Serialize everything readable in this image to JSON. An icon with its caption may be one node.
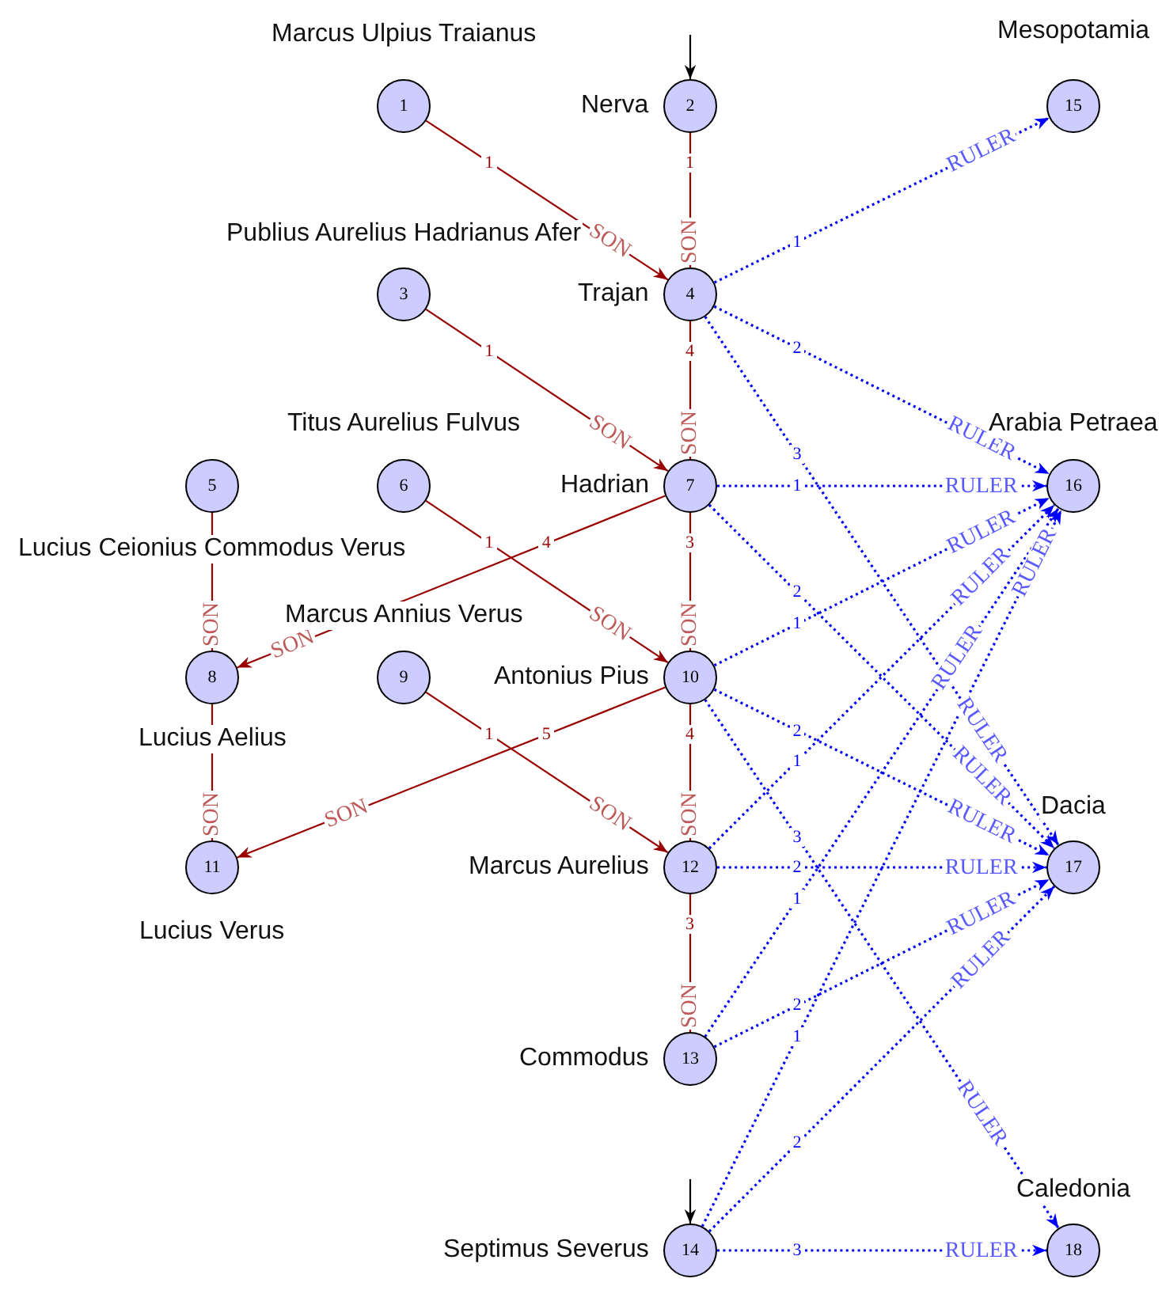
{
  "diagram": {
    "nodes": [
      {
        "text": [
          "1"
        ],
        "beside": [
          "Marcus Ulpius Traianus"
        ]
      },
      {
        "text": [
          "2"
        ],
        "beside": [
          "Nerva"
        ]
      },
      {
        "text": [
          "3"
        ],
        "beside": [
          "Publius Aurelius Hadrianus Afer"
        ]
      },
      {
        "text": [
          "4"
        ],
        "beside": [
          "Trajan"
        ]
      },
      {
        "text": [
          "5"
        ],
        "beside": [
          "Lucius Ceionius Commodus Verus"
        ]
      },
      {
        "text": [
          "6"
        ],
        "beside": [
          "Titus Aurelius Fulvus"
        ]
      },
      {
        "text": [
          "7"
        ],
        "beside": [
          "Hadrian"
        ]
      },
      {
        "text": [
          "8"
        ],
        "beside": [
          "Lucius Aelius"
        ]
      },
      {
        "text": [
          "9"
        ],
        "beside": [
          "Marcus Annius Verus"
        ]
      },
      {
        "text": [
          "10"
        ],
        "beside": [
          "Antonius Pius"
        ]
      },
      {
        "text": [
          "11"
        ],
        "beside": [
          "Lucius Verus"
        ]
      },
      {
        "text": [
          "12"
        ],
        "beside": [
          "Marcus Aurelius"
        ]
      },
      {
        "text": [
          "13"
        ],
        "beside": [
          "Commodus"
        ]
      },
      {
        "text": [
          "14"
        ],
        "beside": [
          "Septimus Severus"
        ]
      },
      {
        "text": [
          "15"
        ],
        "beside": [
          "Mesopotamia"
        ]
      },
      {
        "text": [
          "16"
        ],
        "beside": [
          "Arabia Petraea"
        ]
      },
      {
        "text": [
          "17"
        ],
        "beside": [
          "Dacia"
        ]
      },
      {
        "text": [
          "18"
        ],
        "beside": [
          "Caledonia"
        ]
      }
    ],
    "edges": [
      {
        "from": 0,
        "to": 3,
        "arrow": "to",
        "label": "SON",
        "color": "#990000"
      },
      {
        "from": 1,
        "to": 3,
        "arrow": "to",
        "label": "SON",
        "color": "#990000"
      },
      {
        "from": 2,
        "to": 6,
        "arrow": "to",
        "label": "SON",
        "color": "#990000"
      },
      {
        "from": 3,
        "to": 6,
        "arrow": "to",
        "label": "SON",
        "color": "#990000"
      },
      {
        "from": 6,
        "to": 7,
        "arrow": "to",
        "label": "SON",
        "color": "#990000"
      },
      {
        "from": 4,
        "to": 7,
        "arrow": "to",
        "label": "SON",
        "color": "#990000"
      },
      {
        "from": 5,
        "to": 9,
        "arrow": "to",
        "label": "SON",
        "color": "#990000"
      },
      {
        "from": 6,
        "to": 9,
        "arrow": "to",
        "label": "SON",
        "color": "#990000"
      },
      {
        "from": 7,
        "to": 10,
        "arrow": "to",
        "label": "SON",
        "color": "#990000"
      },
      {
        "from": 8,
        "to": 11,
        "arrow": "to",
        "label": "SON",
        "color": "#990000"
      },
      {
        "from": 9,
        "to": 10,
        "arrow": "to",
        "label": "SON",
        "color": "#990000"
      },
      {
        "from": 9,
        "to": 11,
        "arrow": "to",
        "label": "SON",
        "color": "#990000"
      },
      {
        "from": 11,
        "to": 12,
        "arrow": "to",
        "label": "SON",
        "color": "#990000"
      },
      {
        "from": 3,
        "to": 14,
        "arrow": "to",
        "label": "RULER",
        "style": "dashed"
      },
      {
        "from": 3,
        "to": 15,
        "arrow": "to",
        "label": "RULER",
        "style": "dashed"
      },
      {
        "from": 3,
        "to": 16,
        "arrow": "to",
        "label": "RULER",
        "style": "dashed"
      },
      {
        "from": 6,
        "to": 15,
        "arrow": "to",
        "label": "RULER",
        "style": "dashed"
      },
      {
        "from": 6,
        "to": 16,
        "arrow": "to",
        "label": "RULER",
        "style": "dashed"
      },
      {
        "from": 9,
        "to": 15,
        "arrow": "to",
        "label": "RULER",
        "style": "dashed"
      },
      {
        "from": 9,
        "to": 16,
        "arrow": "to",
        "label": "RULER",
        "style": "dashed"
      },
      {
        "from": 9,
        "to": 17,
        "arrow": "to",
        "label": "RULER",
        "style": "dashed"
      },
      {
        "from": 11,
        "to": 15,
        "arrow": "to",
        "label": "RULER",
        "style": "dashed"
      },
      {
        "from": 11,
        "to": 16,
        "arrow": "to",
        "label": "RULER",
        "style": "dashed"
      },
      {
        "from": 12,
        "to": 15,
        "arrow": "to",
        "label": "RULER",
        "style": "dashed"
      },
      {
        "from": 12,
        "to": 16,
        "arrow": "to",
        "label": "RULER",
        "style": "dashed"
      },
      {
        "from": 13,
        "to": 15,
        "arrow": "to",
        "label": "RULER",
        "style": "dashed"
      },
      {
        "from": 13,
        "to": 16,
        "arrow": "to",
        "label": "RULER",
        "style": "dashed"
      },
      {
        "from": 13,
        "to": 17,
        "arrow": "to",
        "label": "RULER",
        "style": "dashed"
      },
      {
        "from": null,
        "to": 1,
        "arrow": "to",
        "color": "#000000"
      },
      {
        "from": null,
        "to": 13,
        "arrow": "to",
        "color": "#000000"
      }
    ],
    "labels": [
      "1",
      "1",
      "1",
      "1",
      "4",
      "2",
      "3",
      "1",
      "1",
      "4",
      "3",
      "2",
      "1",
      "1",
      "5",
      "4",
      "2",
      "1",
      "3",
      "2",
      "1",
      "3",
      "2",
      "1",
      "2",
      "3"
    ]
  }
}
